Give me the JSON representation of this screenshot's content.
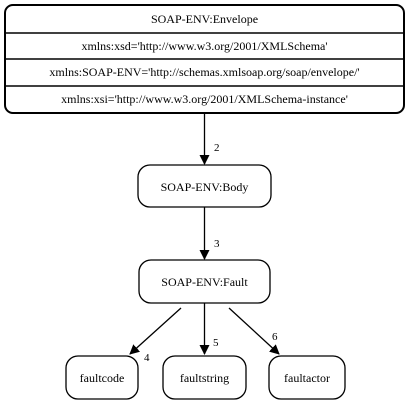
{
  "envelope": {
    "title": "SOAP-ENV:Envelope",
    "attributes": [
      "xmlns:xsd='http://www.w3.org/2001/XMLSchema'",
      "xmlns:SOAP-ENV='http://schemas.xmlsoap.org/soap/envelope/'",
      "xmlns:xsi='http://www.w3.org/2001/XMLSchema-instance'"
    ]
  },
  "nodes": {
    "body": "SOAP-ENV:Body",
    "fault": "SOAP-ENV:Fault",
    "faultcode": "faultcode",
    "faultstring": "faultstring",
    "faultactor": "faultactor"
  },
  "edges": {
    "envelope_body": "2",
    "body_fault": "3",
    "fault_faultcode": "4",
    "fault_faultstring": "5",
    "fault_faultactor": "6"
  }
}
